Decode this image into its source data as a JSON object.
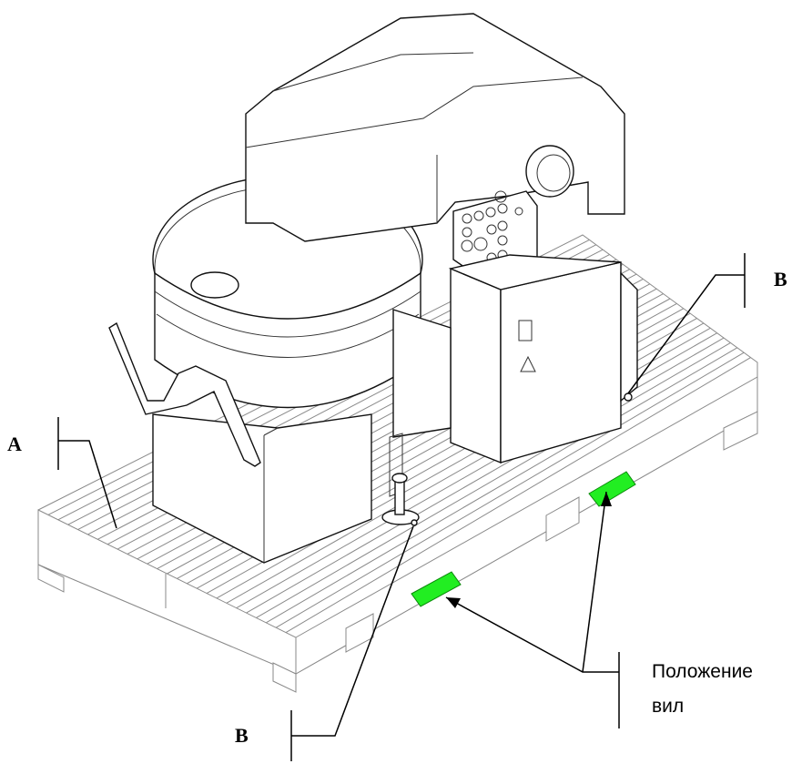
{
  "labels": {
    "a": "A",
    "b_top": "B",
    "b_bottom": "B",
    "fork_line1": "Положение",
    "fork_line2": "вил"
  },
  "colors": {
    "fork_block": "#22ee22",
    "pallet_line": "#8a8a8a",
    "machine_line": "#111111"
  }
}
